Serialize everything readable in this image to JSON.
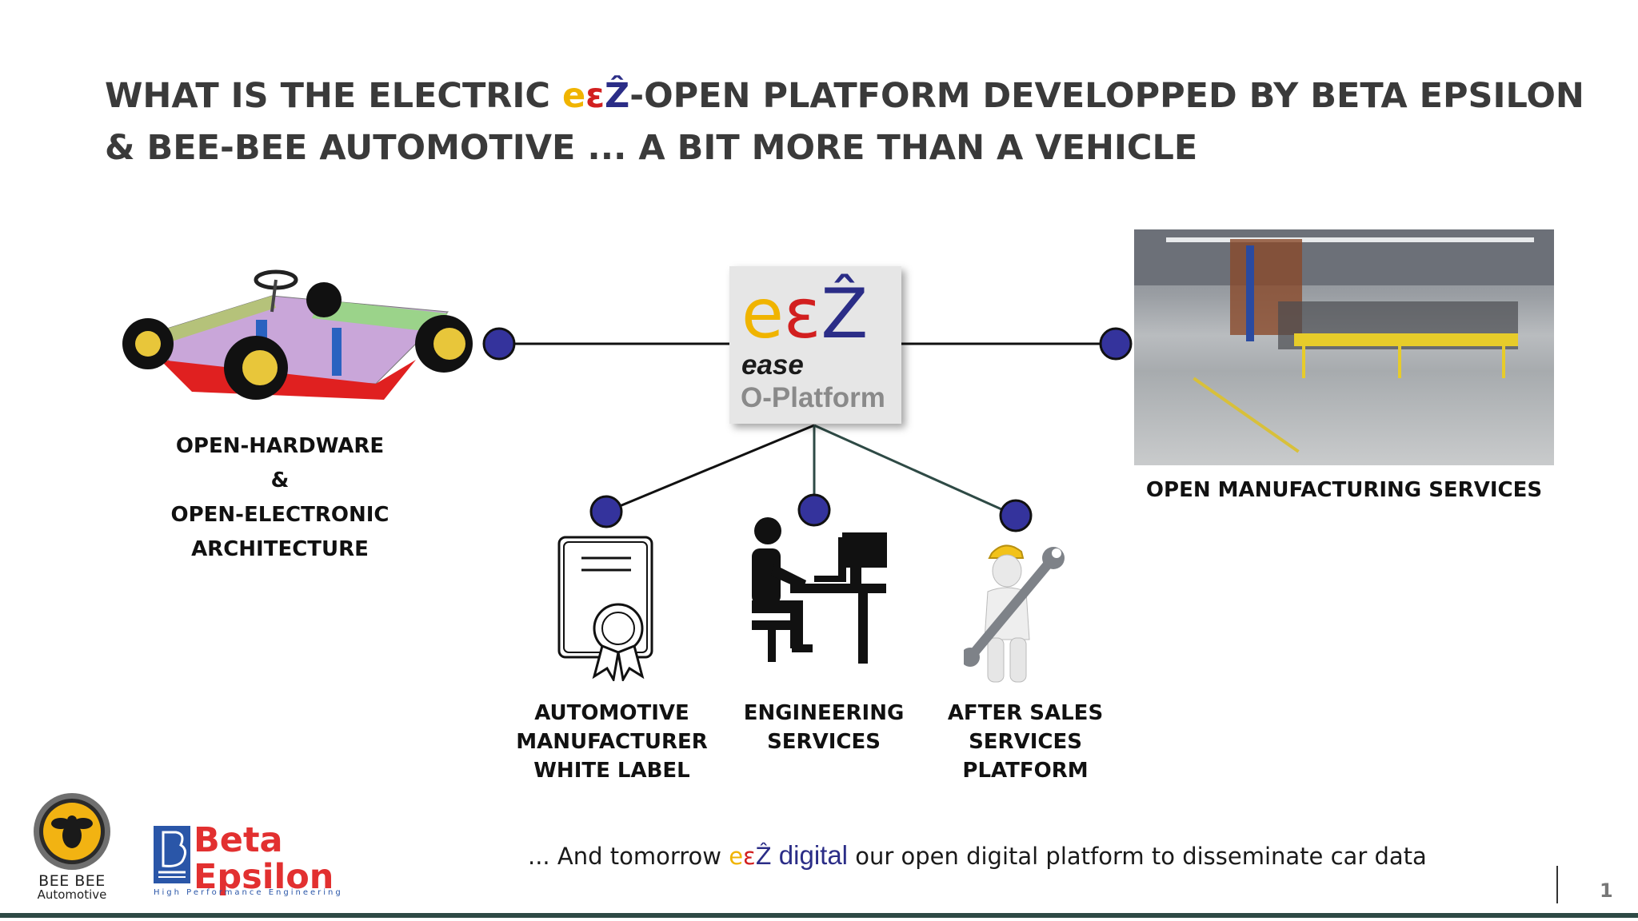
{
  "title": {
    "line1_before": "WHAT IS THE ELECTRIC ",
    "brand_e": "e",
    "brand_eps": "ε",
    "brand_z": "Ẑ",
    "line1_after": "-OPEN PLATFORM DEVELOPPED BY BETA EPSILON",
    "line2": "& BEE-BEE AUTOMOTIVE ... A BIT MORE THAN A VEHICLE"
  },
  "logo": {
    "mark_e": "e",
    "mark_eps": "ε",
    "mark_z": "Ẑ",
    "ease": "ease",
    "platform": "O-Platform"
  },
  "left_label": [
    "OPEN-HARDWARE",
    "&",
    "OPEN-ELECTRONIC",
    "ARCHITECTURE"
  ],
  "right_label": "OPEN MANUFACTURING SERVICES",
  "services": [
    {
      "lines": [
        "AUTOMOTIVE",
        "MANUFACTURER",
        "WHITE LABEL"
      ],
      "icon": "certificate-icon"
    },
    {
      "lines": [
        "ENGINEERING",
        "SERVICES"
      ],
      "icon": "engineer-at-computer-icon"
    },
    {
      "lines": [
        "AFTER SALES",
        "SERVICES",
        "PLATFORM"
      ],
      "icon": "mechanic-with-wrench-icon"
    }
  ],
  "footer": {
    "before": "... And tomorrow ",
    "brand_e": "e",
    "brand_eps": "ε",
    "brand_z": "Ẑ",
    "digital": " digital",
    "after": " our open digital platform to disseminate car data"
  },
  "logos": {
    "bee_line1": "BEE BEE",
    "bee_line2": "Automotive",
    "beta_line1": "Beta",
    "beta_line2": "Epsilon",
    "beta_tagline": "High Performance Engineering"
  },
  "page_number": "1",
  "colors": {
    "brand_yellow": "#f0b400",
    "brand_red": "#d21f1f",
    "brand_blue": "#2b2d87",
    "node": "#34339c",
    "footer_bar": "#2e4a45"
  }
}
